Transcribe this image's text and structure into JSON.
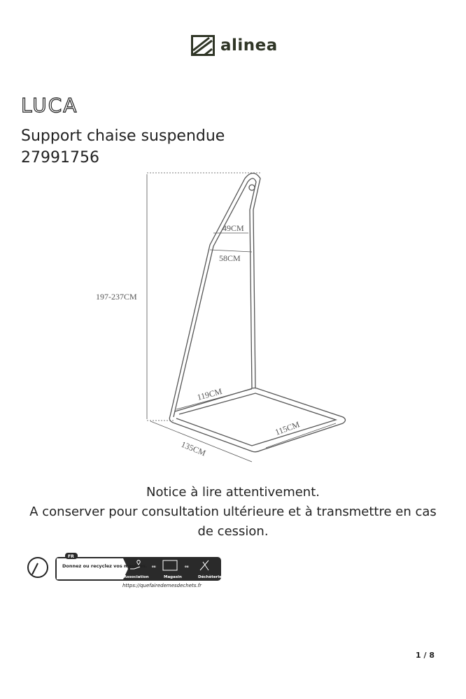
{
  "logo": {
    "text": "alinea"
  },
  "brand": "LUCA",
  "product_name": "Support chaise suspendue",
  "reference": "27991756",
  "dimensions": {
    "height": "197-237CM",
    "top_width": "49CM",
    "mid_width": "58CM",
    "base_inner": "119CM",
    "base_depth": "115CM",
    "base_length": "135CM"
  },
  "notice": {
    "line1": "Notice à lire attentivement.",
    "line2": "A conserver pour consultation ultérieure et à transmettre en cas de cession."
  },
  "recycling": {
    "country": "FR",
    "message": "Donnez ou recyclez vos meubles.",
    "options": [
      "Association",
      "Magasin",
      "Déchèterie"
    ],
    "separator": "ou",
    "url": "https://quefairedemesdechets.fr"
  },
  "page_number": "1 / 8"
}
